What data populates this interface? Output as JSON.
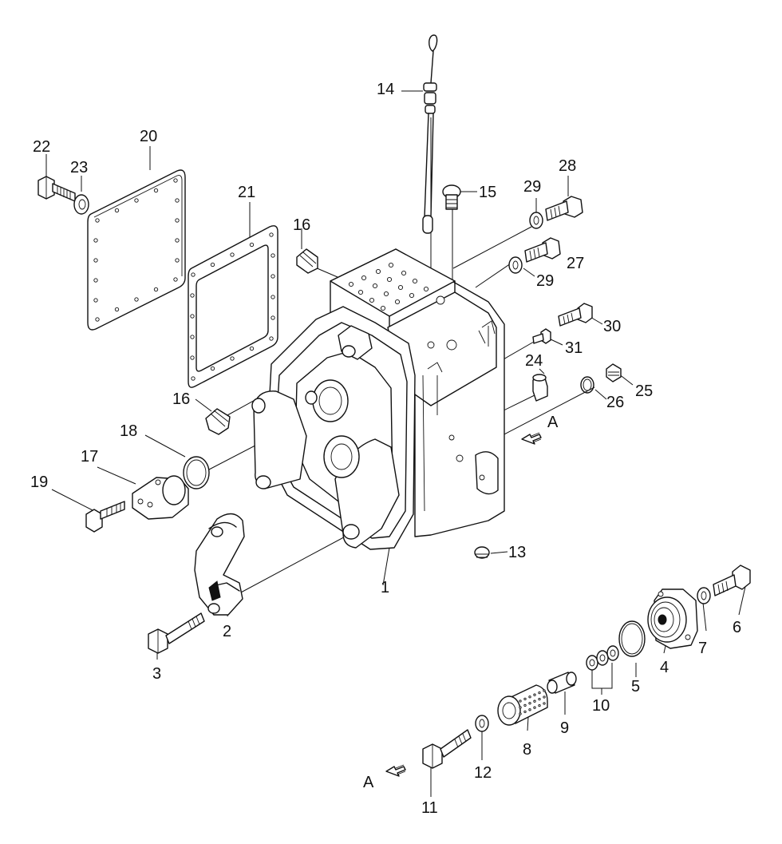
{
  "diagram": {
    "labels": [
      "1",
      "2",
      "3",
      "4",
      "5",
      "6",
      "7",
      "8",
      "9",
      "10",
      "11",
      "12",
      "13",
      "14",
      "15",
      "16",
      "16",
      "17",
      "18",
      "19",
      "20",
      "21",
      "22",
      "23",
      "24",
      "25",
      "26",
      "27",
      "28",
      "29",
      "29",
      "30",
      "31",
      "A",
      "A"
    ]
  }
}
